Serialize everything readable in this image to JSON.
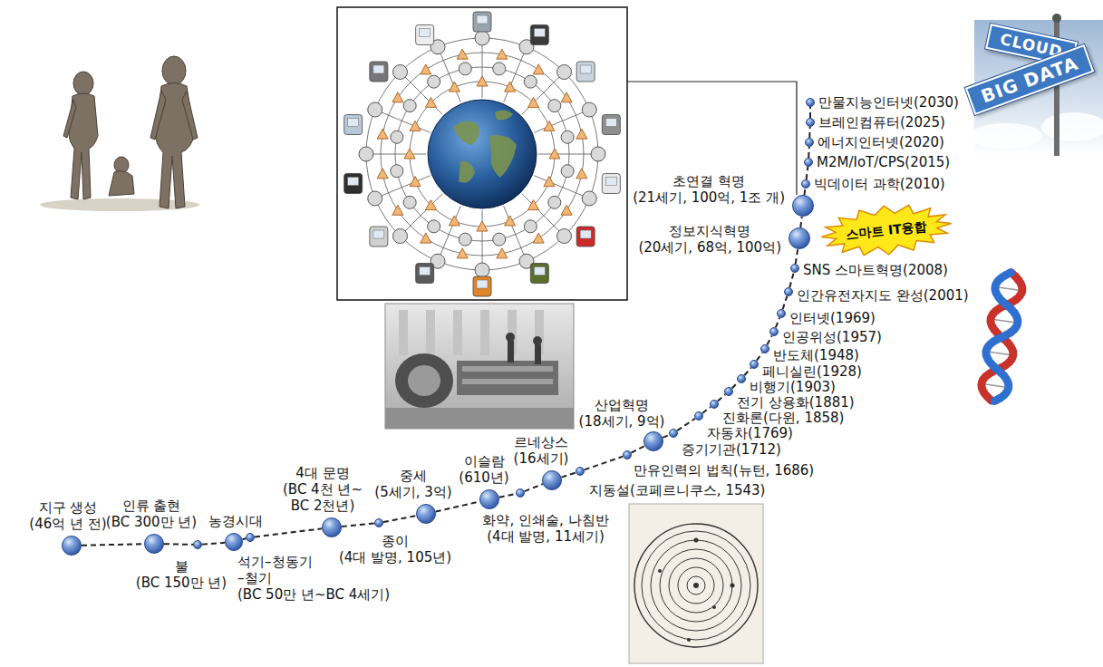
{
  "diagram": {
    "nodes": [
      {
        "text": [
          "지구 생성 (46억 년 전)"
        ]
      },
      {
        "text": [
          "인류 출현 (BC 300만 년)"
        ]
      },
      {
        "text": [
          "불 (BC 150만 년)"
        ]
      },
      {
        "text": [
          "농경시대"
        ]
      },
      {
        "text": [
          "석기–청동기 –철기 (BC 50만 년~BC 4세기)"
        ]
      },
      {
        "text": [
          "4대 문명 (BC 4천 년~ BC 2천년)"
        ]
      },
      {
        "text": [
          "종이 (4대 발명, 105년)"
        ]
      },
      {
        "text": [
          "중세 (5세기, 3억)"
        ]
      },
      {
        "text": [
          "이슬람 (610년)"
        ]
      },
      {
        "text": [
          "화약, 인쇄술, 나침반 (4대 발명, 11세기)"
        ]
      },
      {
        "text": [
          "르네상스 (16세기)"
        ]
      },
      {
        "text": [
          "지동설(코페르니쿠스, 1543)"
        ]
      },
      {
        "text": [
          "만유인력의 법칙(뉴턴, 1686)"
        ]
      },
      {
        "text": [
          "산업혁명 (18세기, 9억)"
        ]
      },
      {
        "text": [
          "증기기관(1712)"
        ]
      },
      {
        "text": [
          "자동차(1769)"
        ]
      },
      {
        "text": [
          "진화론(다윈, 1858)"
        ]
      },
      {
        "text": [
          "전기 상용화(1881)"
        ]
      },
      {
        "text": [
          "비행기(1903)"
        ]
      },
      {
        "text": [
          "페니실린(1928)"
        ]
      },
      {
        "text": [
          "반도체(1948)"
        ]
      },
      {
        "text": [
          "인공위성(1957)"
        ]
      },
      {
        "text": [
          "인터넷(1969)"
        ]
      },
      {
        "text": [
          "인간유전자지도 완성(2001)"
        ]
      },
      {
        "text": [
          "SNS 스마트혁명(2008)"
        ]
      },
      {
        "text": [
          "정보지식혁명 (20세기, 68억, 100억)"
        ]
      },
      {
        "text": [
          "초연결 혁명 (21세기, 100억, 1조 개)"
        ]
      },
      {
        "text": [
          "빅데이터 과학(2010)"
        ]
      },
      {
        "text": [
          "M2M/IoT/CPS(2015)"
        ]
      },
      {
        "text": [
          "에너지인터넷(2020)"
        ]
      },
      {
        "text": [
          "브레인컴퓨터(2025)"
        ]
      },
      {
        "text": [
          "만물지능인터넷(2030)"
        ]
      },
      {
        "text": [
          "스마트 IT융합"
        ]
      }
    ],
    "edges": [
      {
        "from": 0,
        "to": 1,
        "arrow": "none"
      },
      {
        "from": 1,
        "to": 2,
        "arrow": "none"
      },
      {
        "from": 2,
        "to": 3,
        "arrow": "none"
      },
      {
        "from": 3,
        "to": 4,
        "arrow": "none"
      },
      {
        "from": 4,
        "to": 5,
        "arrow": "none"
      },
      {
        "from": 5,
        "to": 6,
        "arrow": "none"
      },
      {
        "from": 6,
        "to": 7,
        "arrow": "none"
      },
      {
        "from": 7,
        "to": 8,
        "arrow": "none"
      },
      {
        "from": 8,
        "to": 9,
        "arrow": "none"
      },
      {
        "from": 9,
        "to": 10,
        "arrow": "none"
      },
      {
        "from": 10,
        "to": 11,
        "arrow": "none"
      },
      {
        "from": 11,
        "to": 12,
        "arrow": "none"
      },
      {
        "from": 12,
        "to": 13,
        "arrow": "none"
      },
      {
        "from": 13,
        "to": 14,
        "arrow": "none"
      },
      {
        "from": 14,
        "to": 15,
        "arrow": "none"
      },
      {
        "from": 15,
        "to": 16,
        "arrow": "none"
      },
      {
        "from": 16,
        "to": 17,
        "arrow": "none"
      },
      {
        "from": 17,
        "to": 18,
        "arrow": "none"
      },
      {
        "from": 18,
        "to": 19,
        "arrow": "none"
      },
      {
        "from": 19,
        "to": 20,
        "arrow": "none"
      },
      {
        "from": 20,
        "to": 21,
        "arrow": "none"
      },
      {
        "from": 21,
        "to": 22,
        "arrow": "none"
      },
      {
        "from": 22,
        "to": 23,
        "arrow": "none"
      },
      {
        "from": 23,
        "to": 24,
        "arrow": "none"
      },
      {
        "from": 24,
        "to": 25,
        "arrow": "none"
      },
      {
        "from": 25,
        "to": 26,
        "arrow": "none"
      },
      {
        "from": 26,
        "to": 27,
        "arrow": "none"
      },
      {
        "from": 27,
        "to": 28,
        "arrow": "none"
      },
      {
        "from": 28,
        "to": 29,
        "arrow": "none"
      },
      {
        "from": 29,
        "to": 30,
        "arrow": "none"
      },
      {
        "from": 30,
        "to": 31,
        "arrow": "none"
      }
    ],
    "labels": [
      "CLOUD",
      "BIG DATA"
    ]
  }
}
